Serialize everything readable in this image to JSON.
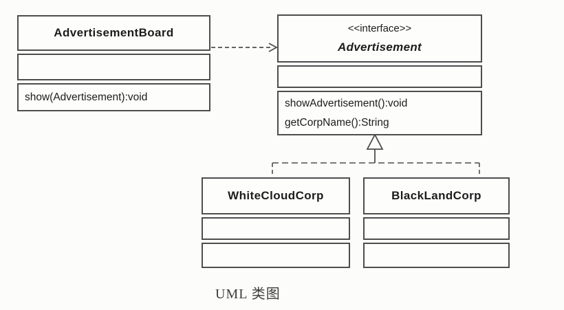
{
  "diagram": {
    "caption": "UML 类图",
    "classes": {
      "advertisement_board": {
        "name": "AdvertisementBoard",
        "attributes": [],
        "methods": [
          "show(Advertisement):void"
        ]
      },
      "advertisement": {
        "stereotype": "<<interface>>",
        "name": "Advertisement",
        "attributes": [],
        "methods": [
          "showAdvertisement():void",
          "getCorpName():String"
        ]
      },
      "white_cloud_corp": {
        "name": "WhiteCloudCorp",
        "attributes": [],
        "methods": []
      },
      "black_land_corp": {
        "name": "BlackLandCorp",
        "attributes": [],
        "methods": []
      }
    },
    "relations": [
      {
        "type": "dependency",
        "from": "AdvertisementBoard",
        "to": "Advertisement",
        "style": "dashed-line-open-arrow"
      },
      {
        "type": "realization",
        "from": "WhiteCloudCorp",
        "to": "Advertisement",
        "style": "dashed-line-hollow-triangle"
      },
      {
        "type": "realization",
        "from": "BlackLandCorp",
        "to": "Advertisement",
        "style": "dashed-line-hollow-triangle"
      }
    ],
    "colors": {
      "line": "#4d4d4d",
      "text": "#1c1c1c",
      "background": "#fcfcfb"
    }
  }
}
